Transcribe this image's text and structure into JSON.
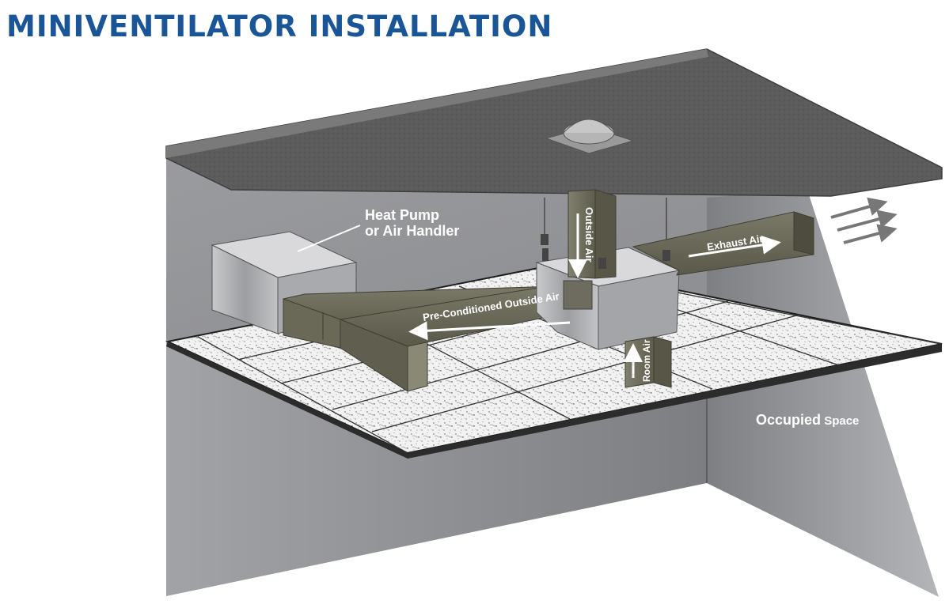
{
  "title": "MINIVENTILATOR INSTALLATION",
  "labels": {
    "heat_pump_line1": "Heat Pump",
    "heat_pump_line2": "or Air Handler",
    "outside_air": "Outside Air",
    "exhaust_air": "Exhaust Air",
    "pre_conditioned": "Pre-Conditioned Outside Air",
    "room_air": "Room Air",
    "occupied_space_bold": "Occupied",
    "occupied_space_rest": " Space"
  },
  "colors": {
    "title": "#1a5597",
    "duct": "#6d6c5e",
    "roof": "#5a5a5a",
    "ceiling_tile": "#f1f1f1",
    "wall_gray": "#8e8f92"
  },
  "icons": [
    "roof-vent-icon",
    "exhaust-arrows-icon",
    "airflow-arrow-icon"
  ]
}
